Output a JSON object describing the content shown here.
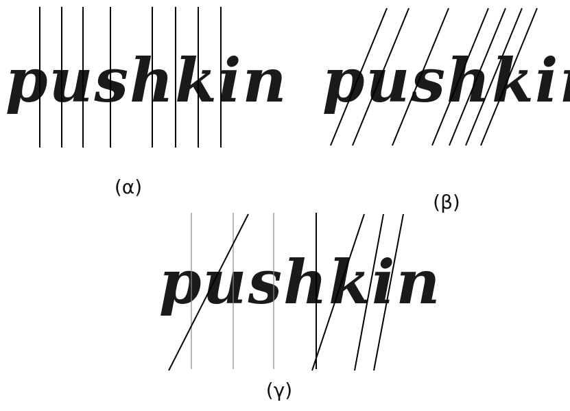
{
  "panels": [
    {
      "id": "alpha",
      "word": "pushkin",
      "caption": "(α)"
    },
    {
      "id": "beta",
      "word": "pushkin",
      "caption": "(β)"
    },
    {
      "id": "gamma",
      "word": "pushkin",
      "caption": "(γ)"
    }
  ]
}
